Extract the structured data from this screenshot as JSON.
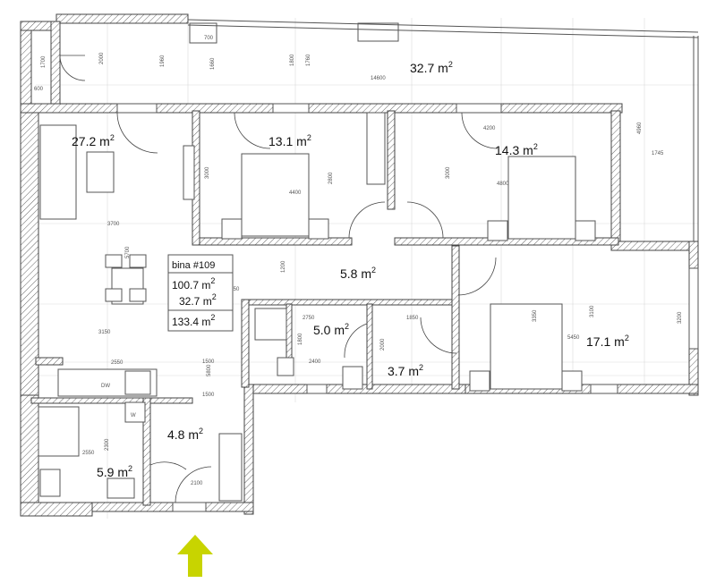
{
  "rooms": [
    {
      "id": "terrace",
      "value": "32.7 m",
      "sup": "2"
    },
    {
      "id": "living",
      "value": "27.2 m",
      "sup": "2"
    },
    {
      "id": "bedroom1",
      "value": "13.1 m",
      "sup": "2"
    },
    {
      "id": "bedroom2",
      "value": "14.3 m",
      "sup": "2"
    },
    {
      "id": "hall",
      "value": "5.8 m",
      "sup": "2"
    },
    {
      "id": "bath1",
      "value": "5.0 m",
      "sup": "2"
    },
    {
      "id": "wc",
      "value": "3.7 m",
      "sup": "2"
    },
    {
      "id": "bedroom3",
      "value": "17.1 m",
      "sup": "2"
    },
    {
      "id": "entry",
      "value": "4.8 m",
      "sup": "2"
    },
    {
      "id": "bath2",
      "value": "5.9 m",
      "sup": "2"
    }
  ],
  "info_card": {
    "title": "bina #109",
    "area1": "100.7 m",
    "area2": "32.7 m",
    "total": "133.4 m",
    "sup": "2"
  },
  "dimensions": [
    "700",
    "1700",
    "2000",
    "1960",
    "1660",
    "1800",
    "1760",
    "14600",
    "600",
    "4200",
    "4960",
    "1745",
    "3000",
    "4400",
    "2800",
    "3000",
    "4800",
    "3700",
    "5700",
    "9550",
    "1200",
    "2750",
    "1850",
    "3350",
    "3100",
    "3200",
    "5450",
    "3150",
    "1800",
    "2000",
    "2550",
    "1500",
    "2400",
    "5800",
    "1500",
    "2550",
    "2300",
    "2100"
  ],
  "appliance_labels": {
    "dishwasher": "DW",
    "washer": "W"
  },
  "colors": {
    "entrance_arrow": "#c8d400",
    "wall_hatch": "#555555"
  }
}
